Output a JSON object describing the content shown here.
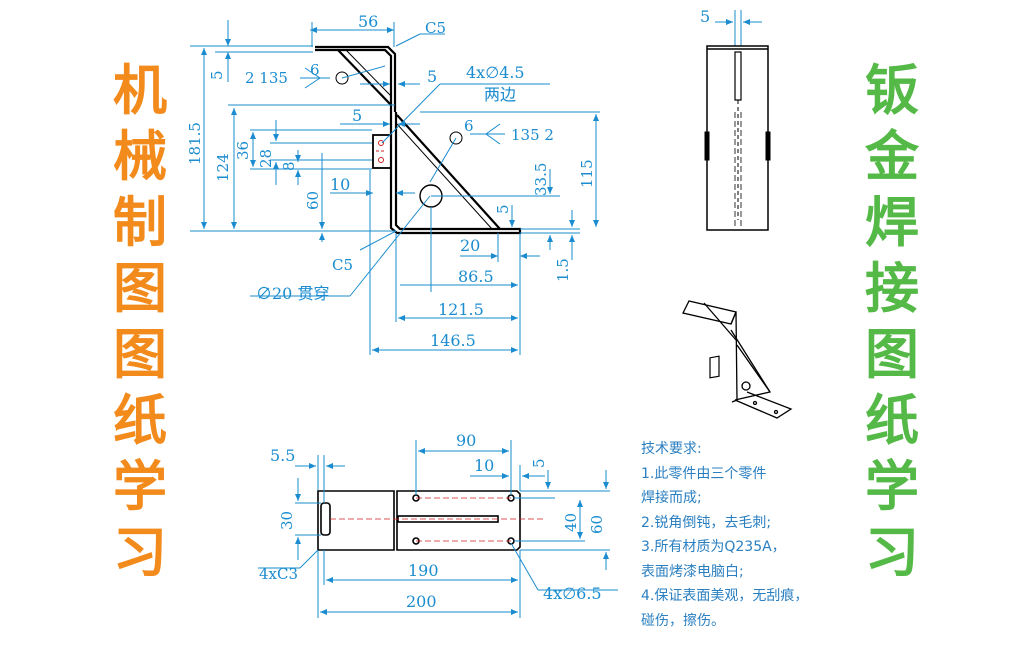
{
  "titles": {
    "left": [
      "机",
      "械",
      "制",
      "图",
      "图",
      "纸",
      "学",
      "习"
    ],
    "right": [
      "钣",
      "金",
      "焊",
      "接",
      "图",
      "纸",
      "学",
      "习"
    ],
    "left_color": "#f28a1c",
    "right_color": "#54b947"
  },
  "front_view": {
    "dims": {
      "top_width": "56",
      "chamfer_top": "C5",
      "t5_left": "5",
      "weld_left": "2 135",
      "weld_left_size": "6",
      "t5_right": "5",
      "holes_note": "4x∅4.5",
      "holes_note2": "两边",
      "t5_mid": "5",
      "weld_right": "135 2",
      "weld_right_size": "6",
      "h181": "181.5",
      "h124": "124",
      "h36": "36",
      "h28": "28",
      "h8": "8",
      "h60": "60",
      "w10": "10",
      "h33": "33.5",
      "h115": "115",
      "t5_base": "5",
      "w20": "20",
      "h1_5": "1.5",
      "chamfer_bottom": "C5",
      "hole_note": "∅20 贯穿",
      "w86": "86.5",
      "w121": "121.5",
      "w146": "146.5"
    }
  },
  "side_view": {
    "dims": {
      "w5": "5"
    }
  },
  "bottom_view": {
    "dims": {
      "w5_5": "5.5",
      "w90": "90",
      "w10": "10",
      "h5": "5",
      "h30": "30",
      "h40": "40",
      "h60": "60",
      "chamfer": "4xC3",
      "w190": "190",
      "w200": "200",
      "holes": "4x∅6.5"
    }
  },
  "requirements": {
    "heading": "技术要求:",
    "items": [
      "1.此零件由三个零件",
      "焊接而成;",
      "2.锐角倒钝，去毛刺;",
      "3.所有材质为Q235A，",
      "表面烤漆电脑白;",
      "4.保证表面美观，无刮痕，",
      "碰伤，擦伤。"
    ]
  },
  "colors": {
    "dimension": "#1a8ccf",
    "outline": "#000000",
    "center": "#e03030"
  }
}
